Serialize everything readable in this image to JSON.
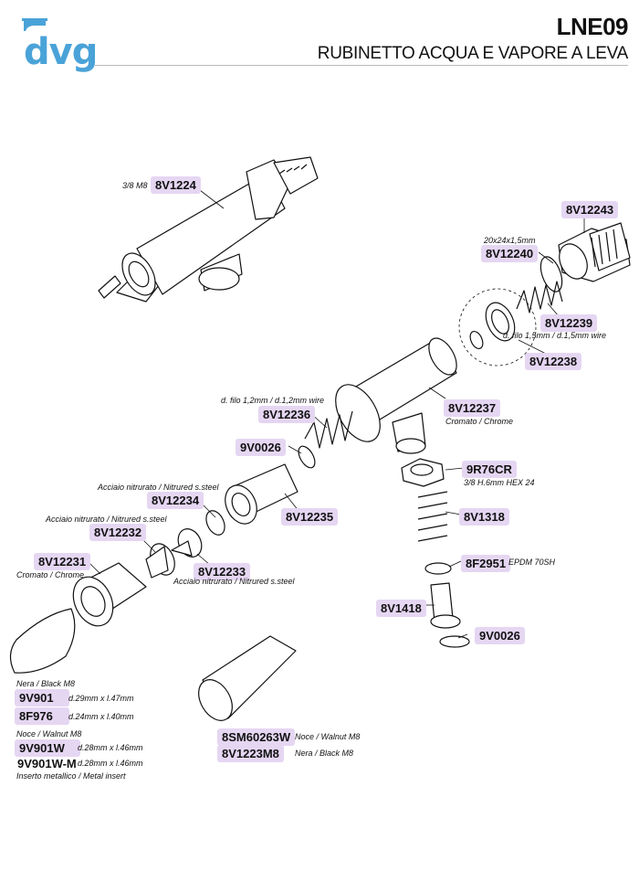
{
  "header": {
    "brand": "dvg",
    "code": "LNE09",
    "title": "RUBINETTO ACQUA E VAPORE A LEVA"
  },
  "parts": {
    "p8V1224": "8V1224",
    "p8V12243": "8V12243",
    "p8V12240": "8V12240",
    "p8V12239": "8V12239",
    "p8V12238": "8V12238",
    "p8V12237": "8V12237",
    "p8V12236": "8V12236",
    "p9V0026a": "9V0026",
    "p9R76CR": "9R76CR",
    "p8V12234": "8V12234",
    "p8V12235": "8V12235",
    "p8V1318": "8V1318",
    "p8V12232": "8V12232",
    "p8F2951": "8F2951",
    "p8V12231": "8V12231",
    "p8V12233": "8V12233",
    "p8V1418": "8V1418",
    "p9V0026b": "9V0026",
    "p9V901": "9V901",
    "p8F976": "8F976",
    "p9V901W": "9V901W",
    "p9V901WM": "9V901W-M",
    "p8SM60263W": "8SM60263W",
    "p8V1223M8": "8V1223M8"
  },
  "notes": {
    "n8V1224": "3/8 M8",
    "n8V12240": "20x24x1,5mm",
    "n8V12239": "d. filo 1,5mm / d.1,5mm wire",
    "n8V12237": "Cromato / Chrome",
    "n8V12236": "d. filo 1,2mm / d.1,2mm wire",
    "n9R76CR": "3/8 H.6mm HEX 24",
    "n8V12234": "Acciaio nitrurato / Nitrured s.steel",
    "n8V12232": "Acciaio nitrurato /  Nitrured s.steel",
    "n8F2951": "EPDM 70SH",
    "n8V12231": "Cromato / Chrome",
    "n8V12233": "Acciaio nitrurato /  Nitrured s.steel",
    "nBlack": "Nera / Black M8",
    "n9V901": "d.29mm x l.47mm",
    "n8F976": "d.24mm x l.40mm",
    "nWalnut": "Noce / Walnut M8",
    "n9V901W": "d.28mm x l.46mm",
    "n9V901WM": "d.28mm x l.46mm",
    "nInsert": "Inserto metallico /  Metal insert",
    "n8SM60263W": "Noce / Walnut M8",
    "n8V1223M8": "Nera / Black M8"
  },
  "colors": {
    "label_bg": "#e5d6f2",
    "brand_blue": "#4aa3d8"
  }
}
